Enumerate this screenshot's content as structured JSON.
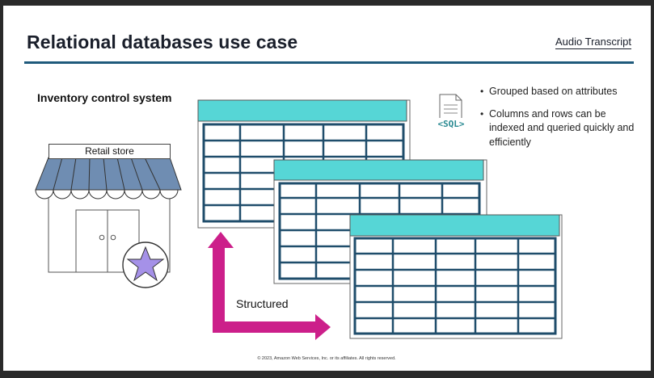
{
  "title": "Relational databases use case",
  "audio_transcript": "Audio Transcript",
  "subtitle": "Inventory control system",
  "store_label": "Retail store",
  "structured_label": "Structured",
  "sql_label": "<SQL>",
  "bullets": [
    "Grouped based on attributes",
    "Columns and rows can be indexed and queried quickly and efficiently"
  ],
  "footer": "© 2023, Amazon Web Services, Inc. or its affiliates. All rights reserved.",
  "colors": {
    "accent_rule": "#1f5a7c",
    "table_header": "#56d6d6",
    "table_grid": "#1f4d6b",
    "arrow": "#cc1f8a",
    "awning": "#6f8db2",
    "star": "#a591e8"
  },
  "icons": [
    "sql-document-icon",
    "store-icon",
    "star-icon",
    "arrow-icon"
  ]
}
